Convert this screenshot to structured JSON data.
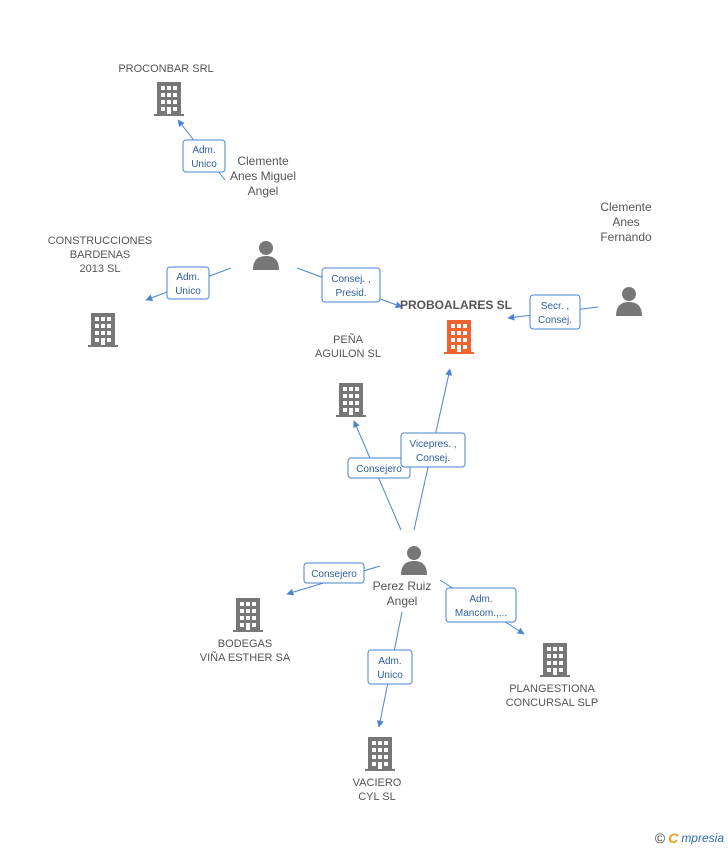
{
  "colors": {
    "edge": "#4a86d0",
    "edge_text": "#2f5d9e",
    "node": "#777777",
    "main_node": "#f0622e",
    "label": "#555555"
  },
  "nodes": [
    {
      "id": "proconbar",
      "kind": "company",
      "lines": [
        "PROCONBAR SRL"
      ]
    },
    {
      "id": "clemente_miguel",
      "kind": "person",
      "lines": [
        "Clemente",
        "Anes Miguel",
        "Angel"
      ]
    },
    {
      "id": "construcciones",
      "kind": "company",
      "lines": [
        "CONSTRUCCIONES",
        "BARDENAS",
        "2013  SL"
      ]
    },
    {
      "id": "proboalares",
      "kind": "main",
      "lines": [
        "PROBOALARES SL"
      ]
    },
    {
      "id": "clemente_fernando",
      "kind": "person",
      "lines": [
        "Clemente",
        "Anes",
        "Fernando"
      ]
    },
    {
      "id": "pena",
      "kind": "company",
      "lines": [
        "PEÑA",
        "AGUILON  SL"
      ]
    },
    {
      "id": "perez",
      "kind": "person",
      "lines": [
        "Perez Ruiz",
        "Angel"
      ]
    },
    {
      "id": "bodegas",
      "kind": "company",
      "lines": [
        "BODEGAS",
        "VIÑA ESTHER SA"
      ]
    },
    {
      "id": "plangestiona",
      "kind": "company",
      "lines": [
        "PLANGESTIONA",
        "CONCURSAL SLP"
      ]
    },
    {
      "id": "vaciero",
      "kind": "company",
      "lines": [
        "VACIERO",
        "CYL SL"
      ]
    }
  ],
  "edges": [
    {
      "id": "e1",
      "from": "clemente_miguel",
      "to": "proconbar",
      "lines": [
        "Adm.",
        "Unico"
      ]
    },
    {
      "id": "e2",
      "from": "clemente_miguel",
      "to": "construcciones",
      "lines": [
        "Adm.",
        "Unico"
      ]
    },
    {
      "id": "e3",
      "from": "clemente_miguel",
      "to": "proboalares",
      "lines": [
        "Consej. ,",
        "Presid."
      ]
    },
    {
      "id": "e4",
      "from": "clemente_fernando",
      "to": "proboalares",
      "lines": [
        "Secr. ,",
        "Consej."
      ]
    },
    {
      "id": "e5",
      "from": "perez",
      "to": "pena",
      "lines": [
        "Consejero"
      ]
    },
    {
      "id": "e6",
      "from": "perez",
      "to": "proboalares",
      "lines": [
        "Vicepres. ,",
        "Consej."
      ]
    },
    {
      "id": "e7",
      "from": "perez",
      "to": "bodegas",
      "lines": [
        "Consejero"
      ]
    },
    {
      "id": "e8",
      "from": "perez",
      "to": "plangestiona",
      "lines": [
        "Adm.",
        "Mancom.,..."
      ]
    },
    {
      "id": "e9",
      "from": "perez",
      "to": "vaciero",
      "lines": [
        "Adm.",
        "Unico"
      ]
    }
  ],
  "footer": {
    "copyright": "©",
    "brand_initial": "C",
    "brand_rest": "mpresia"
  }
}
